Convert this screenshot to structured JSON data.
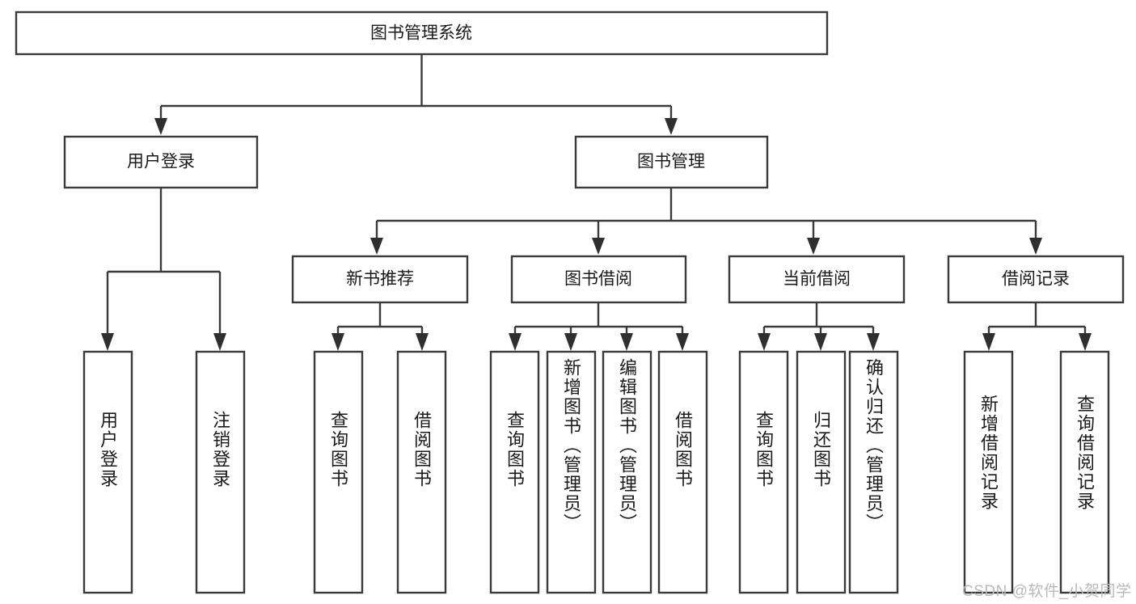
{
  "diagram": {
    "type": "tree-hierarchy-chart",
    "title": "图书管理系统",
    "line_color": "#3a3a3a",
    "box_fill": "#ffffff",
    "text_color": "#1a1a1a",
    "root": {
      "label": "图书管理系统"
    },
    "level2": [
      {
        "label": "用户登录"
      },
      {
        "label": "图书管理"
      }
    ],
    "level3": [
      {
        "label": "新书推荐"
      },
      {
        "label": "图书借阅"
      },
      {
        "label": "当前借阅"
      },
      {
        "label": "借阅记录"
      }
    ],
    "leaves": {
      "user_login": [
        {
          "label": "用户登录"
        },
        {
          "label": "注销登录"
        }
      ],
      "new_book_recommend": [
        {
          "label": "查询图书"
        },
        {
          "label": "借阅图书"
        }
      ],
      "book_borrow": [
        {
          "label": "查询图书"
        },
        {
          "label": "新增图书（管理员）"
        },
        {
          "label": "编辑图书（管理员）"
        },
        {
          "label": "借阅图书"
        }
      ],
      "current_borrow": [
        {
          "label": "查询图书"
        },
        {
          "label": "归还图书"
        },
        {
          "label": "确认归还（管理员）"
        }
      ],
      "borrow_record": [
        {
          "label": "新增借阅记录"
        },
        {
          "label": "查询借阅记录"
        }
      ]
    }
  },
  "watermark": {
    "text": "CSDN @软件_小贺同学"
  }
}
